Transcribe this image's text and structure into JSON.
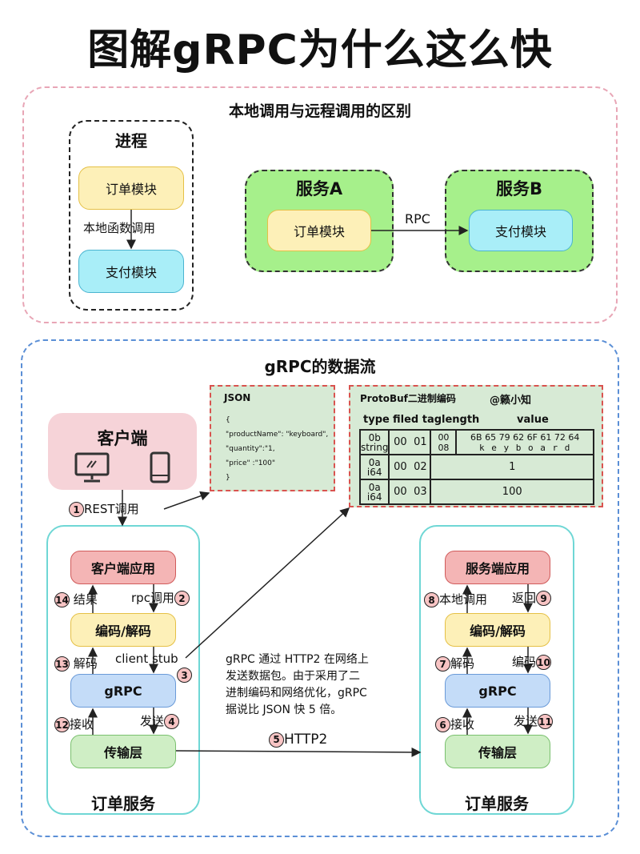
{
  "title": "图解gRPC为什么这么快",
  "section1": {
    "heading": "本地调用与远程调用的区别",
    "process": {
      "title": "进程",
      "order_module": "订单模块",
      "call_label": "本地函数调用",
      "pay_module": "支付模块"
    },
    "serviceA": {
      "title": "服务A",
      "module": "订单模块"
    },
    "serviceB": {
      "title": "服务B",
      "module": "支付模块"
    },
    "rpc_label": "RPC"
  },
  "section2": {
    "heading": "gRPC的数据流",
    "client": {
      "title": "客户端",
      "icons": [
        "monitor-icon",
        "phone-icon"
      ]
    },
    "rest_label": "REST调用",
    "json_panel": {
      "title": "JSON",
      "lines": [
        "{",
        "\"productName\": \"keyboard\",",
        "\"quantity\":\"1,",
        "\"price\" :\"100\"",
        "}"
      ]
    },
    "protobuf_panel": {
      "title": "ProtoBuf二进制编码",
      "watermark": "@籁小知",
      "headers": [
        "type",
        "filed tag",
        "length",
        "value"
      ],
      "rows": [
        {
          "type": "0b string",
          "field": "00",
          "tag": "01",
          "length": "00 08",
          "hex": "6B 65 79 62 6F 61 72 64 ",
          "text": "k e y b o a r d"
        },
        {
          "type": "0a i64",
          "field": "00",
          "tag": "02",
          "value": "1"
        },
        {
          "type": "0a i64",
          "field": "00",
          "tag": "03",
          "value": "100"
        }
      ]
    },
    "left_service": {
      "title": "订单服务",
      "app": "客户端应用",
      "codec": "编码/解码",
      "grpc": "gRPC",
      "transport": "传输层",
      "step2": "rpc调用",
      "step3": "client stub",
      "step4": "发送",
      "step12": "接收",
      "step13": "解码",
      "step14": "结果"
    },
    "right_service": {
      "title": "订单服务",
      "app": "服务端应用",
      "codec": "编码/解码",
      "grpc": "gRPC",
      "transport": "传输层",
      "step6": "接收",
      "step7": "解码",
      "step8": "本地调用",
      "step9": "返回",
      "step10": "编码",
      "step11": "发送"
    },
    "http2_label": "HTTP2",
    "note": [
      "gRPC 通过 HTTP2 在网络上",
      "发送数据包。由于采用了二",
      "进制编码和网络优化，gRPC",
      "据说比 JSON 快 5 倍。"
    ],
    "step_numbers": {
      "n1": "1",
      "n2": "2",
      "n3": "3",
      "n4": "4",
      "n5": "5",
      "n6": "6",
      "n7": "7",
      "n8": "8",
      "n9": "9",
      "n10": "10",
      "n11": "11",
      "n12": "12",
      "n13": "13",
      "n14": "14"
    }
  }
}
